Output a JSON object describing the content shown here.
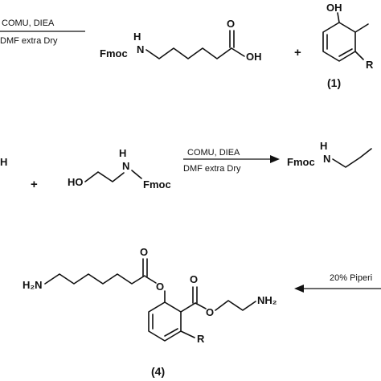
{
  "scheme": {
    "step_top": {
      "reagents": "COMU, DIEA",
      "solvent": "DMF extra Dry",
      "reactant_left": {
        "protecting_group": "Fmoc",
        "amine_atom": "N",
        "amine_h": "H",
        "acid_o": "O",
        "acid_oh": "OH"
      },
      "plus": "+",
      "reactant_right": {
        "hydroxyl": "OH",
        "substituent": "R",
        "compound_label": "(1)"
      }
    },
    "step_middle": {
      "left_fragment": "H",
      "plus": "+",
      "reactant": {
        "hydroxyl": "HO",
        "amine_atom": "N",
        "amine_h": "H",
        "protecting_group": "Fmoc"
      },
      "reagents": "COMU, DIEA",
      "solvent": "DMF extra Dry",
      "product_partial": {
        "protecting_group": "Fmoc",
        "amine_atom": "N",
        "amine_h": "H"
      }
    },
    "step_bottom": {
      "reagent": "20% Piperi",
      "product": {
        "amine_left": "H₂N",
        "amine_right": "NH₂",
        "ester_o1": "O",
        "ester_o2": "O",
        "ester_o3": "O",
        "ester_o4": "O",
        "substituent": "R",
        "compound_label": "(4)"
      }
    }
  }
}
